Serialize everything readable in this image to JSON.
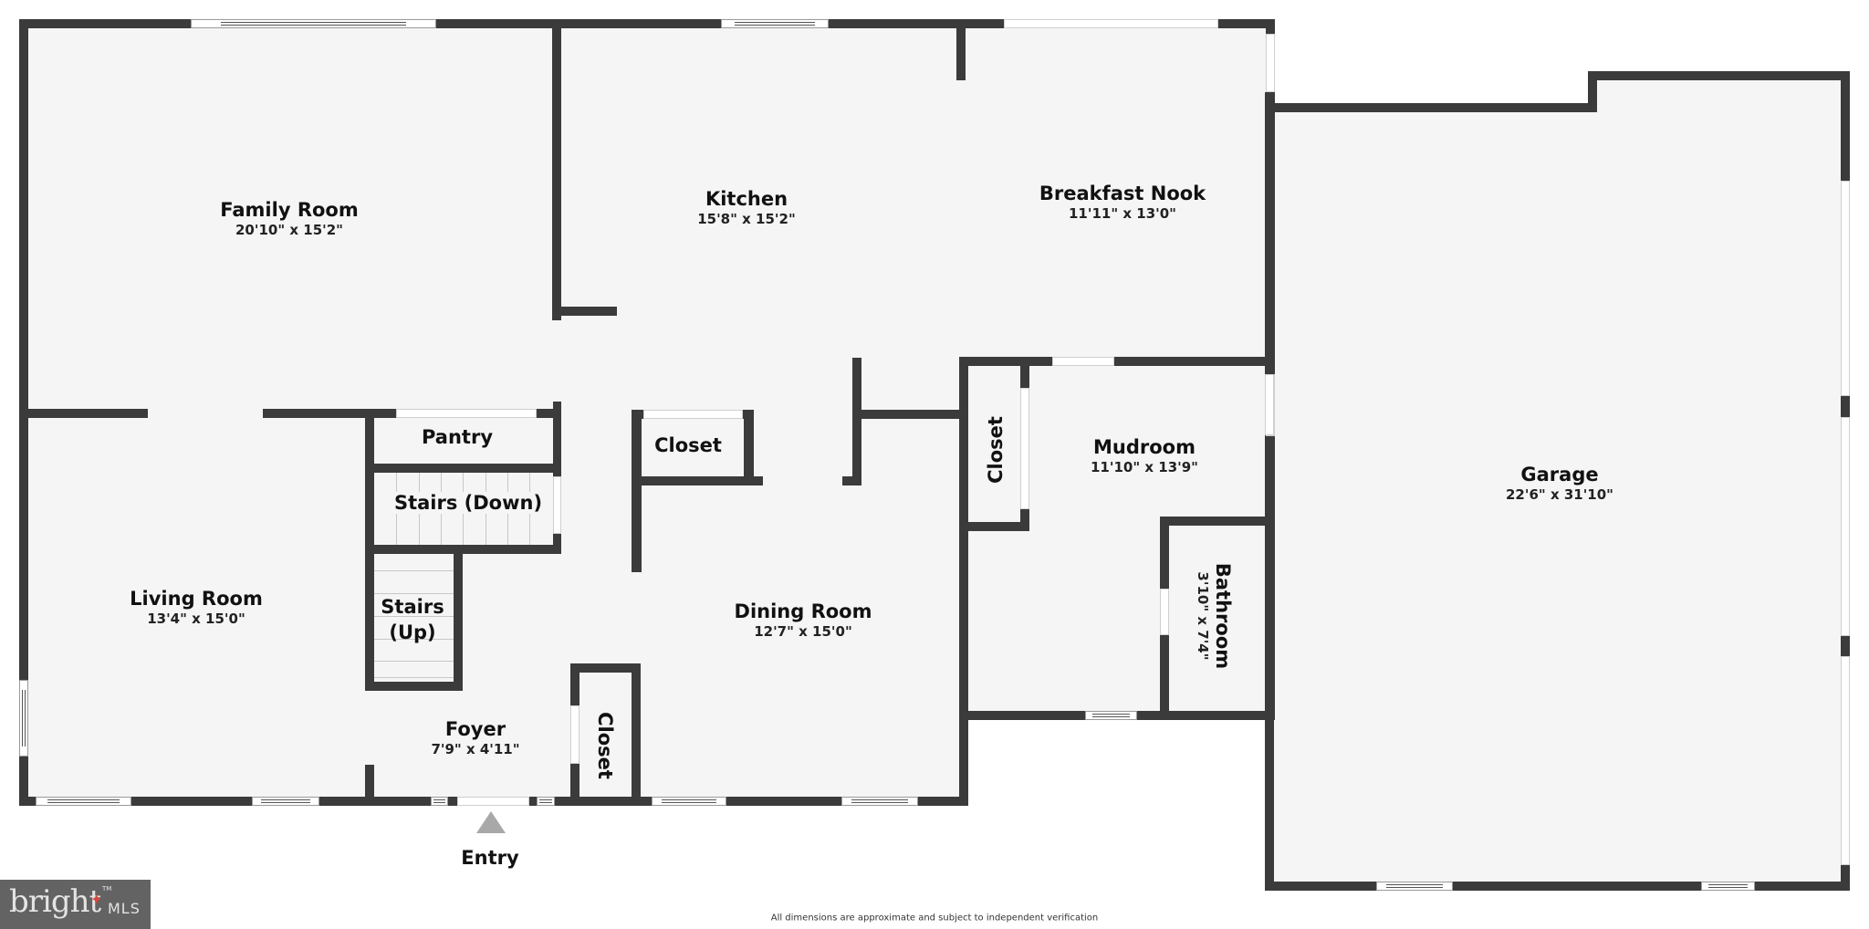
{
  "floor_plan": {
    "rooms": [
      {
        "name": "Family Room",
        "dims": "20'10\" x 15'2\""
      },
      {
        "name": "Kitchen",
        "dims": "15'8\" x 15'2\""
      },
      {
        "name": "Breakfast Nook",
        "dims": "11'11\" x 13'0\""
      },
      {
        "name": "Living Room",
        "dims": "13'4\" x 15'0\""
      },
      {
        "name": "Dining Room",
        "dims": "12'7\" x 15'0\""
      },
      {
        "name": "Mudroom",
        "dims": "11'10\" x 13'9\""
      },
      {
        "name": "Garage",
        "dims": "22'6\" x 31'10\""
      },
      {
        "name": "Foyer",
        "dims": "7'9\" x 4'11\""
      },
      {
        "name": "Bathroom",
        "dims": "3'10\" x 7'4\""
      }
    ],
    "unlabeled_dims_spaces": [
      {
        "name": "Pantry"
      },
      {
        "name": "Stairs (Down)"
      },
      {
        "name": "Stairs",
        "name2": "(Up)"
      },
      {
        "name": "Closet"
      },
      {
        "name": "Closet"
      },
      {
        "name": "Closet"
      }
    ],
    "entry_label": "Entry",
    "disclaimer": "All dimensions are approximate and subject to independent verification",
    "colors": {
      "wall": "#3b3b3b",
      "floor": "#f5f5f5",
      "logo_bg": "#636363",
      "logo_accent": "#d9473a",
      "entry_arrow": "#a8a8a8"
    }
  },
  "logo": {
    "brand": "bright",
    "suffix": "MLS",
    "tm": "TM",
    "star": "✦"
  }
}
